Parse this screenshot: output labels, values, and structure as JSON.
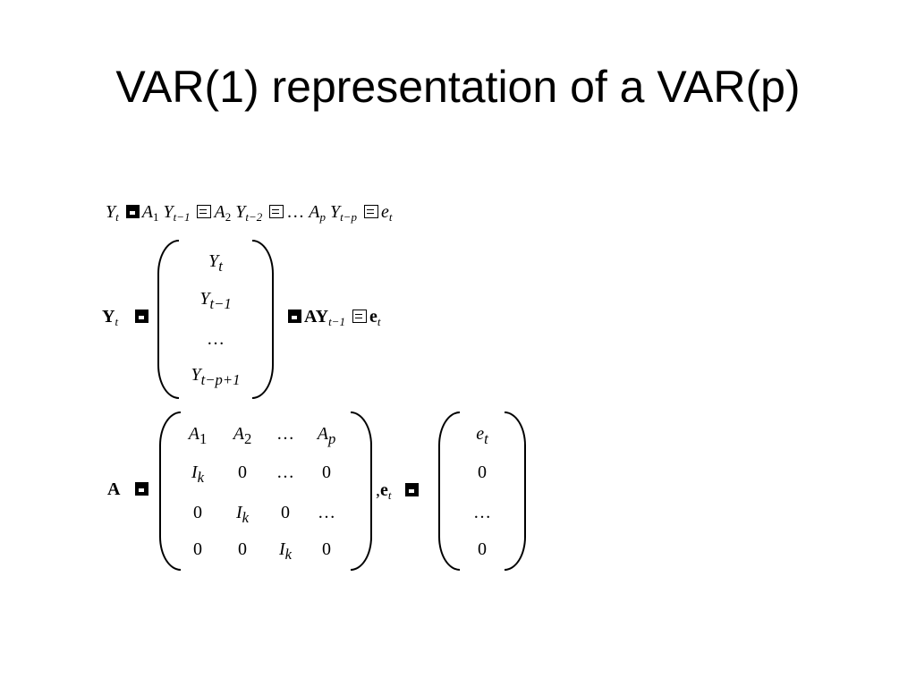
{
  "slide": {
    "title": "VAR(1) representation of a VAR(p)"
  },
  "equation1": {
    "lhs": "Y",
    "lhs_sub": "t",
    "t1": "A",
    "t1_sub": "1",
    "t1y": "Y",
    "t1y_sub": "t−1",
    "t2": "A",
    "t2_sub": "2",
    "t2y": "Y",
    "t2y_sub": "t−2",
    "dots": "…",
    "tp": "A",
    "tp_sub": "p",
    "tpy": "Y",
    "tpy_sub": "t−p",
    "err": "e",
    "err_sub": "t"
  },
  "equation2": {
    "lhs": "Y",
    "lhs_sub": "t",
    "vector": [
      "Y",
      "Y",
      "…",
      "Y"
    ],
    "vector_subs": [
      "t",
      "t−1",
      "",
      "t−p+1"
    ],
    "rhs_a": "AY",
    "rhs_a_sub": "t−1",
    "rhs_e": "e",
    "rhs_e_sub": "t"
  },
  "equation3": {
    "lhs": "A",
    "matrix": [
      [
        "A",
        "A",
        "…",
        "A"
      ],
      [
        "I",
        "0",
        "…",
        "0"
      ],
      [
        "0",
        "I",
        "0",
        "…"
      ],
      [
        "0",
        "0",
        "I",
        "0"
      ]
    ],
    "matrix_subs": [
      [
        "1",
        "2",
        "",
        "p"
      ],
      [
        "k",
        "",
        "",
        ""
      ],
      [
        "",
        "k",
        "",
        ""
      ],
      [
        "",
        "",
        "k",
        ""
      ]
    ],
    "comma": ",",
    "e_label": "e",
    "e_label_sub": "t",
    "e_vector": [
      "e",
      "0",
      "…",
      "0"
    ],
    "e_vector_subs": [
      "t",
      "",
      "",
      ""
    ]
  }
}
